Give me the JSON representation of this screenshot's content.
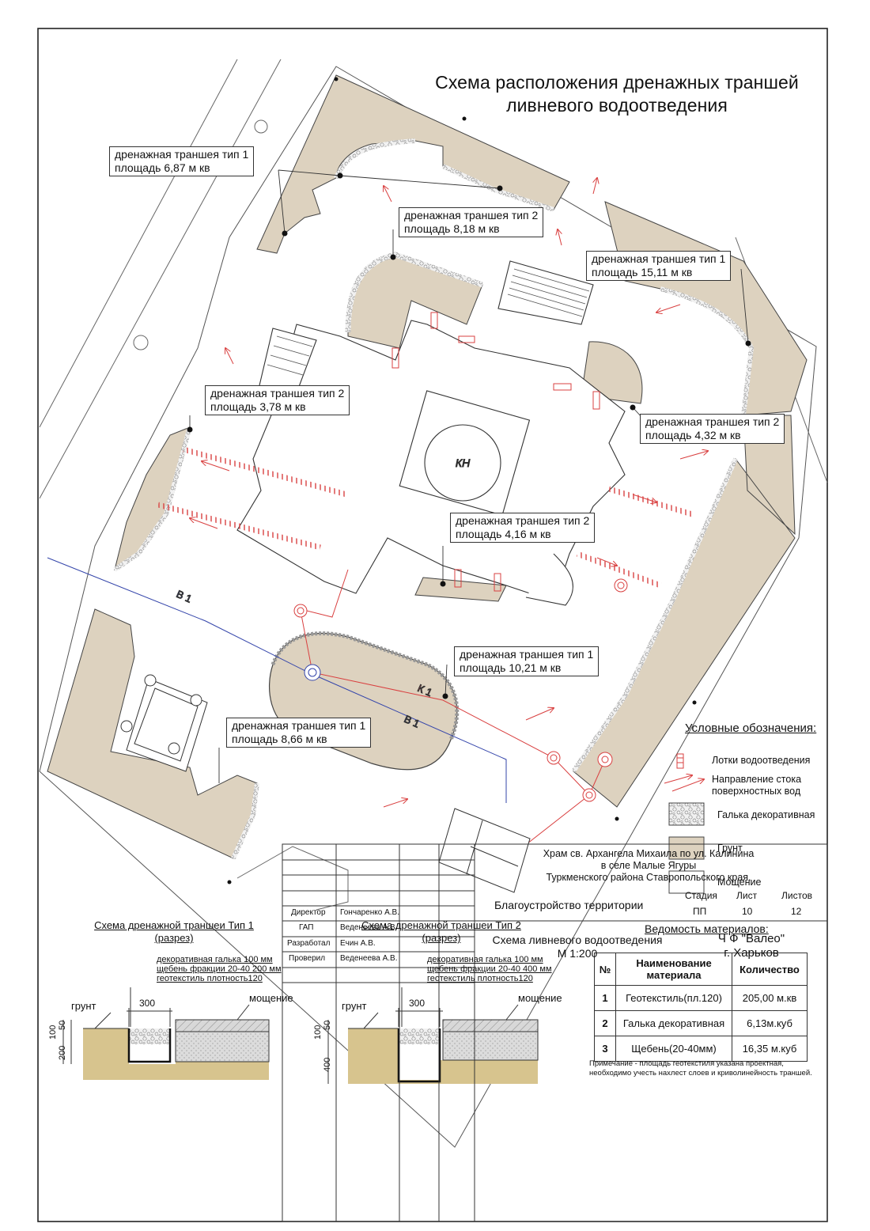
{
  "title": {
    "line1": "Схема расположения дренажных траншей",
    "line2": "ливневого водоотведения"
  },
  "callouts": [
    {
      "line1": "дренажная траншея тип 1",
      "line2": "площадь 6,87 м кв"
    },
    {
      "line1": "дренажная траншея тип 2",
      "line2": "площадь 8,18 м кв"
    },
    {
      "line1": "дренажная траншея тип 1",
      "line2": "площадь 15,11 м кв"
    },
    {
      "line1": "дренажная траншея тип 2",
      "line2": "площадь 3,78 м кв"
    },
    {
      "line1": "дренажная траншея тип 2",
      "line2": "площадь 4,32 м кв"
    },
    {
      "line1": "дренажная траншея тип 2",
      "line2": "площадь 4,16 м кв"
    },
    {
      "line1": "дренажная траншея тип 1",
      "line2": "площадь 10,21 м кв"
    },
    {
      "line1": "дренажная траншея тип 1",
      "line2": "площадь 8,66 м кв"
    }
  ],
  "plan_labels": {
    "center": "КН",
    "pipe_b1": "В 1",
    "pipe_k1": "К 1"
  },
  "legend": {
    "title": "Условные обозначения:",
    "items": [
      {
        "label_1": "Лотки водоотведения",
        "label_2": ""
      },
      {
        "label_1": "Направление стока",
        "label_2": "поверхностных вод"
      },
      {
        "label_1": "Галька декоративная",
        "label_2": ""
      },
      {
        "label_1": "Грунт",
        "label_2": ""
      },
      {
        "label_1": "Мощение",
        "label_2": ""
      }
    ]
  },
  "sections": [
    {
      "title_1": "Схема дренажной траншеи Тип 1",
      "title_2": "(разрез)",
      "layers": [
        "декоративная галька      100 мм",
        "щебень фракции 20-40   200 мм",
        "геотекстиль плотность120"
      ],
      "width_label": "300",
      "left_label": "грунт",
      "right_label": "мощение",
      "dim_top": "50",
      "dim_outer": "100",
      "dim_depth": "200"
    },
    {
      "title_1": "Схема дренажной траншеи Тип 2",
      "title_2": "(разрез)",
      "layers": [
        "декоративная галька      100 мм",
        "щебень фракции 20-40   400 мм",
        "геотекстиль плотность120"
      ],
      "width_label": "300",
      "left_label": "грунт",
      "right_label": "мощение",
      "dim_top": "50",
      "dim_outer": "100",
      "dim_depth": "400"
    }
  ],
  "materials": {
    "title": "Ведомость материалов:",
    "headers": [
      "№",
      "Наименование материала",
      "Количество"
    ],
    "rows": [
      [
        "1",
        "Геотекстиль(пл.120)",
        "205,00 м.кв"
      ],
      [
        "2",
        "Галька декоративная",
        "6,13м.куб"
      ],
      [
        "3",
        "Щебень(20-40мм)",
        "16,35 м.куб"
      ]
    ],
    "note_1": "Примечание - площадь геотекстиля указана проектная,",
    "note_2": "необходимо учесть нахлест слоев и криволинейность траншей."
  },
  "stamp": {
    "project_1": "Храм св. Архангела Михаила по ул. Калинина",
    "project_2": "в селе Малые Ягуры",
    "project_3": "Туркменского района Ставропольского края.",
    "roles": [
      {
        "role": "Директор",
        "name": "Гончаренко А.В."
      },
      {
        "role": "ГАП",
        "name": "Веденеева А.В."
      },
      {
        "role": "Разработал",
        "name": "Ечин А.В."
      },
      {
        "role": "Проверил",
        "name": "Веденеева А.В."
      }
    ],
    "section_name": "Благоустройство территории",
    "drawing_name_1": "Схема ливневого водоотведения",
    "drawing_name_2": "М 1:200",
    "stage_label": "Стадия",
    "stage_value": "ПП",
    "sheet_label": "Лист",
    "sheet_value": "10",
    "sheets_label": "Листов",
    "sheets_value": "12",
    "org_1": "Ч Ф \"Валео\"",
    "org_2": "г. Харьков"
  },
  "colors": {
    "soil": "#ddd2bf",
    "soil_section": "#d7c48e",
    "paving_section": "#d9d9d9",
    "drain": "#d94040",
    "water": "#3344aa"
  }
}
